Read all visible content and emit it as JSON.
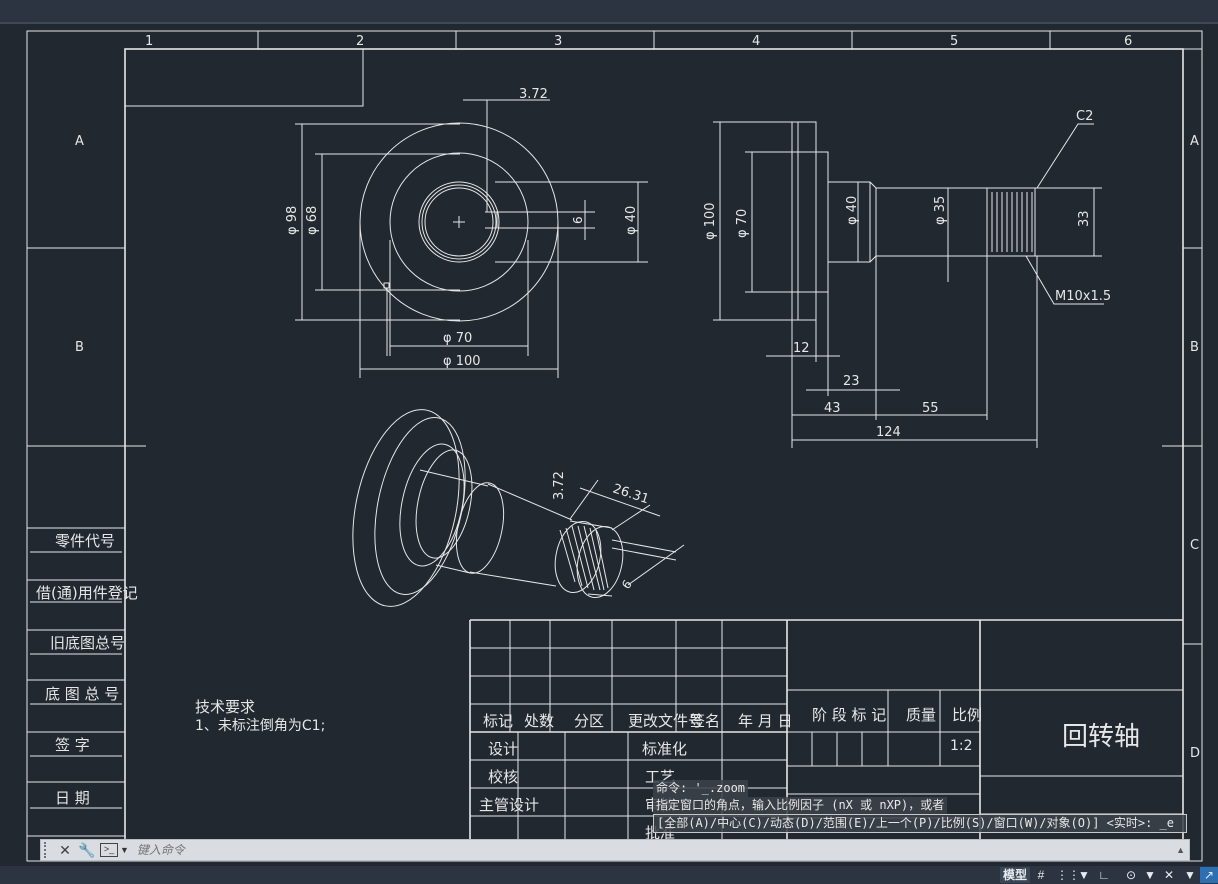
{
  "drawing": {
    "grid_columns": [
      "1",
      "2",
      "3",
      "4",
      "5",
      "6"
    ],
    "grid_rows": [
      "A",
      "B",
      "C",
      "D"
    ],
    "side_labels": [
      "零件代号",
      "借(通)用件登记",
      "旧底图总号",
      "底 图 总 号",
      "签 字",
      "日 期"
    ],
    "dims": {
      "d372": "3.72",
      "d98": "φ 98",
      "d68": "φ 68",
      "d40a": "φ 40",
      "d6": "6",
      "d70a": "φ 70",
      "d100a": "φ 100",
      "d100b": "φ 100",
      "d70b": "φ 70",
      "d40b": "φ 40",
      "d35": "φ 35",
      "d33": "33",
      "c2": "C2",
      "thread": "M10x1.5",
      "d12": "12",
      "d23": "23",
      "d43": "43",
      "d55": "55",
      "d124": "124",
      "iso372": "3.72",
      "iso2631": "26.31",
      "iso6": "6"
    },
    "notes": {
      "heading": "技术要求",
      "line1": "1、未标注倒角为C1;"
    },
    "title_block": {
      "hdr_mark": "标记",
      "hdr_count": "处数",
      "hdr_zone": "分区",
      "hdr_docno": "更改文件号",
      "hdr_sign": "签名",
      "hdr_date": "年 月 日",
      "row_design": "设计",
      "row_check": "校核",
      "row_chief": "主管设计",
      "std": "标准化",
      "craft": "工艺",
      "audit": "审核",
      "approve": "批准",
      "stage": "阶 段 标 记",
      "mass": "质量",
      "scale_label": "比例",
      "scale": "1:2",
      "part_name": "回转轴"
    }
  },
  "command": {
    "history": [
      "命令: '_.zoom",
      "指定窗口的角点，输入比例因子 (nX 或 nXP)，或者",
      "[全部(A)/中心(C)/动态(D)/范围(E)/上一个(P)/比例(S)/窗口(W)/对象(O)] <实时>: _e"
    ],
    "placeholder": "键入命令"
  },
  "status": {
    "model": "模型",
    "grid_icon": "grid-icon",
    "snap_icon": "snap-icon",
    "ortho_icon": "ortho-icon",
    "polar_icon": "polar-icon",
    "osnap_icon": "osnap-icon"
  }
}
